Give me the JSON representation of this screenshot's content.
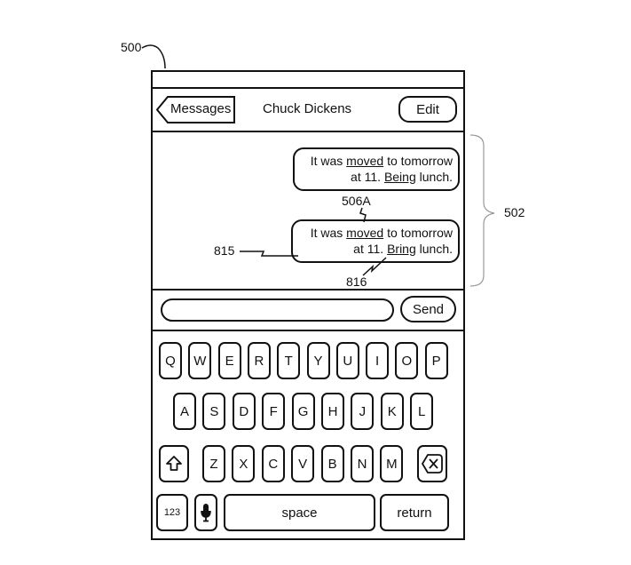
{
  "figure": {
    "reference_numerals": {
      "device": "500",
      "message_region": "502",
      "original_message": "506A",
      "corrected_message": "815",
      "corrected_word": "816"
    }
  },
  "nav": {
    "back_label": "Messages",
    "title": "Chuck Dickens",
    "edit_label": "Edit"
  },
  "messages": [
    {
      "line1_pre": "It was ",
      "line1_underlined": "moved",
      "line1_post": " to tomorrow",
      "line2_pre": "at 11. ",
      "line2_underlined": "Being",
      "line2_post": " lunch."
    },
    {
      "line1_pre": "It was ",
      "line1_underlined": "moved",
      "line1_post": " to tomorrow",
      "line2_pre": "at 11. ",
      "line2_underlined": "Bring",
      "line2_post": " lunch."
    }
  ],
  "composer": {
    "input_value": "",
    "send_label": "Send"
  },
  "keyboard": {
    "row1": [
      "Q",
      "W",
      "E",
      "R",
      "T",
      "Y",
      "U",
      "I",
      "O",
      "P"
    ],
    "row2": [
      "A",
      "S",
      "D",
      "F",
      "G",
      "H",
      "J",
      "K",
      "L"
    ],
    "row3": [
      "Z",
      "X",
      "C",
      "V",
      "B",
      "N",
      "M"
    ],
    "shift_icon": "shift-arrow-icon",
    "delete_icon": "delete-x-icon",
    "numbers_label": "123",
    "mic_icon": "microphone-icon",
    "space_label": "space",
    "return_label": "return"
  }
}
